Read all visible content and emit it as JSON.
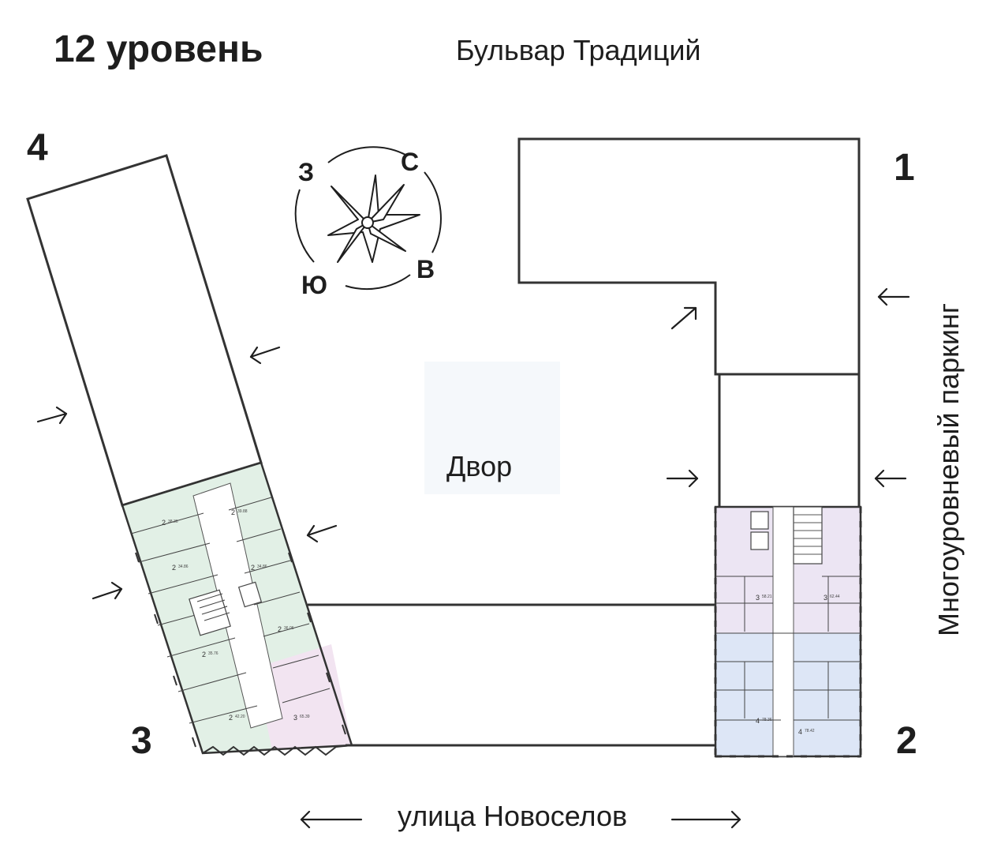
{
  "header": {
    "level_title": "12 уровень",
    "top_street": "Бульвар Традиций"
  },
  "courtyard": {
    "label": "Двор"
  },
  "side_label": "Многоуровневый паркинг",
  "bottom_street": "улица Новоселов",
  "sections": {
    "s1": "1",
    "s2": "2",
    "s3": "3",
    "s4": "4"
  },
  "compass": {
    "west": "З",
    "north": "С",
    "south": "Ю",
    "east": "В"
  },
  "colors": {
    "green": "#e2f0e6",
    "pink": "#f2e4f1",
    "lilac": "#ece5f3",
    "blue": "#dde6f6",
    "courtyard": "#f5f8fb",
    "lines": "#333333"
  },
  "sec3_apartments": [
    {
      "rooms": "2",
      "area": "38.36"
    },
    {
      "rooms": "2",
      "area": "39.88"
    },
    {
      "rooms": "2",
      "area": "34.86"
    },
    {
      "rooms": "2",
      "area": "34.86"
    },
    {
      "rooms": "2",
      "area": "36.06"
    },
    {
      "rooms": "2",
      "area": "35.76"
    },
    {
      "rooms": "2",
      "area": "42.20"
    },
    {
      "rooms": "3",
      "area": "65.39"
    }
  ],
  "sec2_apartments": [
    {
      "rooms": "3",
      "area": "58.21"
    },
    {
      "rooms": "3",
      "area": "62.44"
    },
    {
      "rooms": "4",
      "area": "78.36"
    },
    {
      "rooms": "4",
      "area": "78.42"
    }
  ]
}
